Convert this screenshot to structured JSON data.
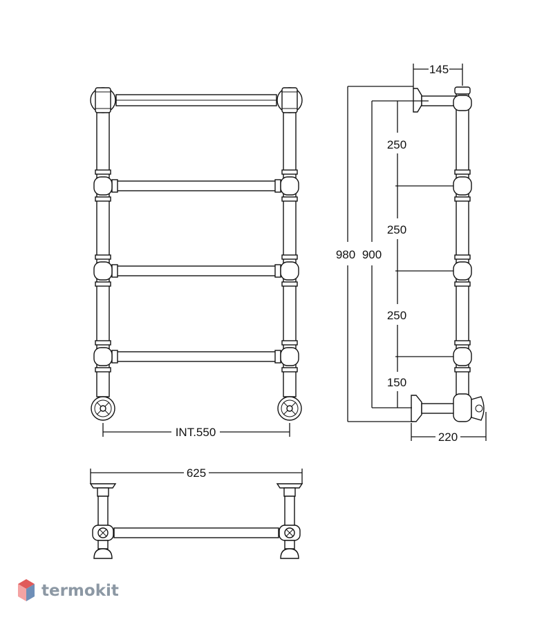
{
  "dimensions": {
    "front_interior_width": "INT.550",
    "top_total_width": "625",
    "side_top_depth": "145",
    "side_bottom_depth": "220",
    "total_height": "980",
    "pipe_height": "900",
    "rail_spacing_1": "250",
    "rail_spacing_2": "250",
    "rail_spacing_3": "250",
    "bottom_offset": "150"
  },
  "brand": {
    "name": "termokit"
  },
  "colors": {
    "line": "#111111",
    "watermark": "#8c98a4",
    "logo_red": "#e05a5a",
    "logo_blue": "#6f8fb8"
  }
}
